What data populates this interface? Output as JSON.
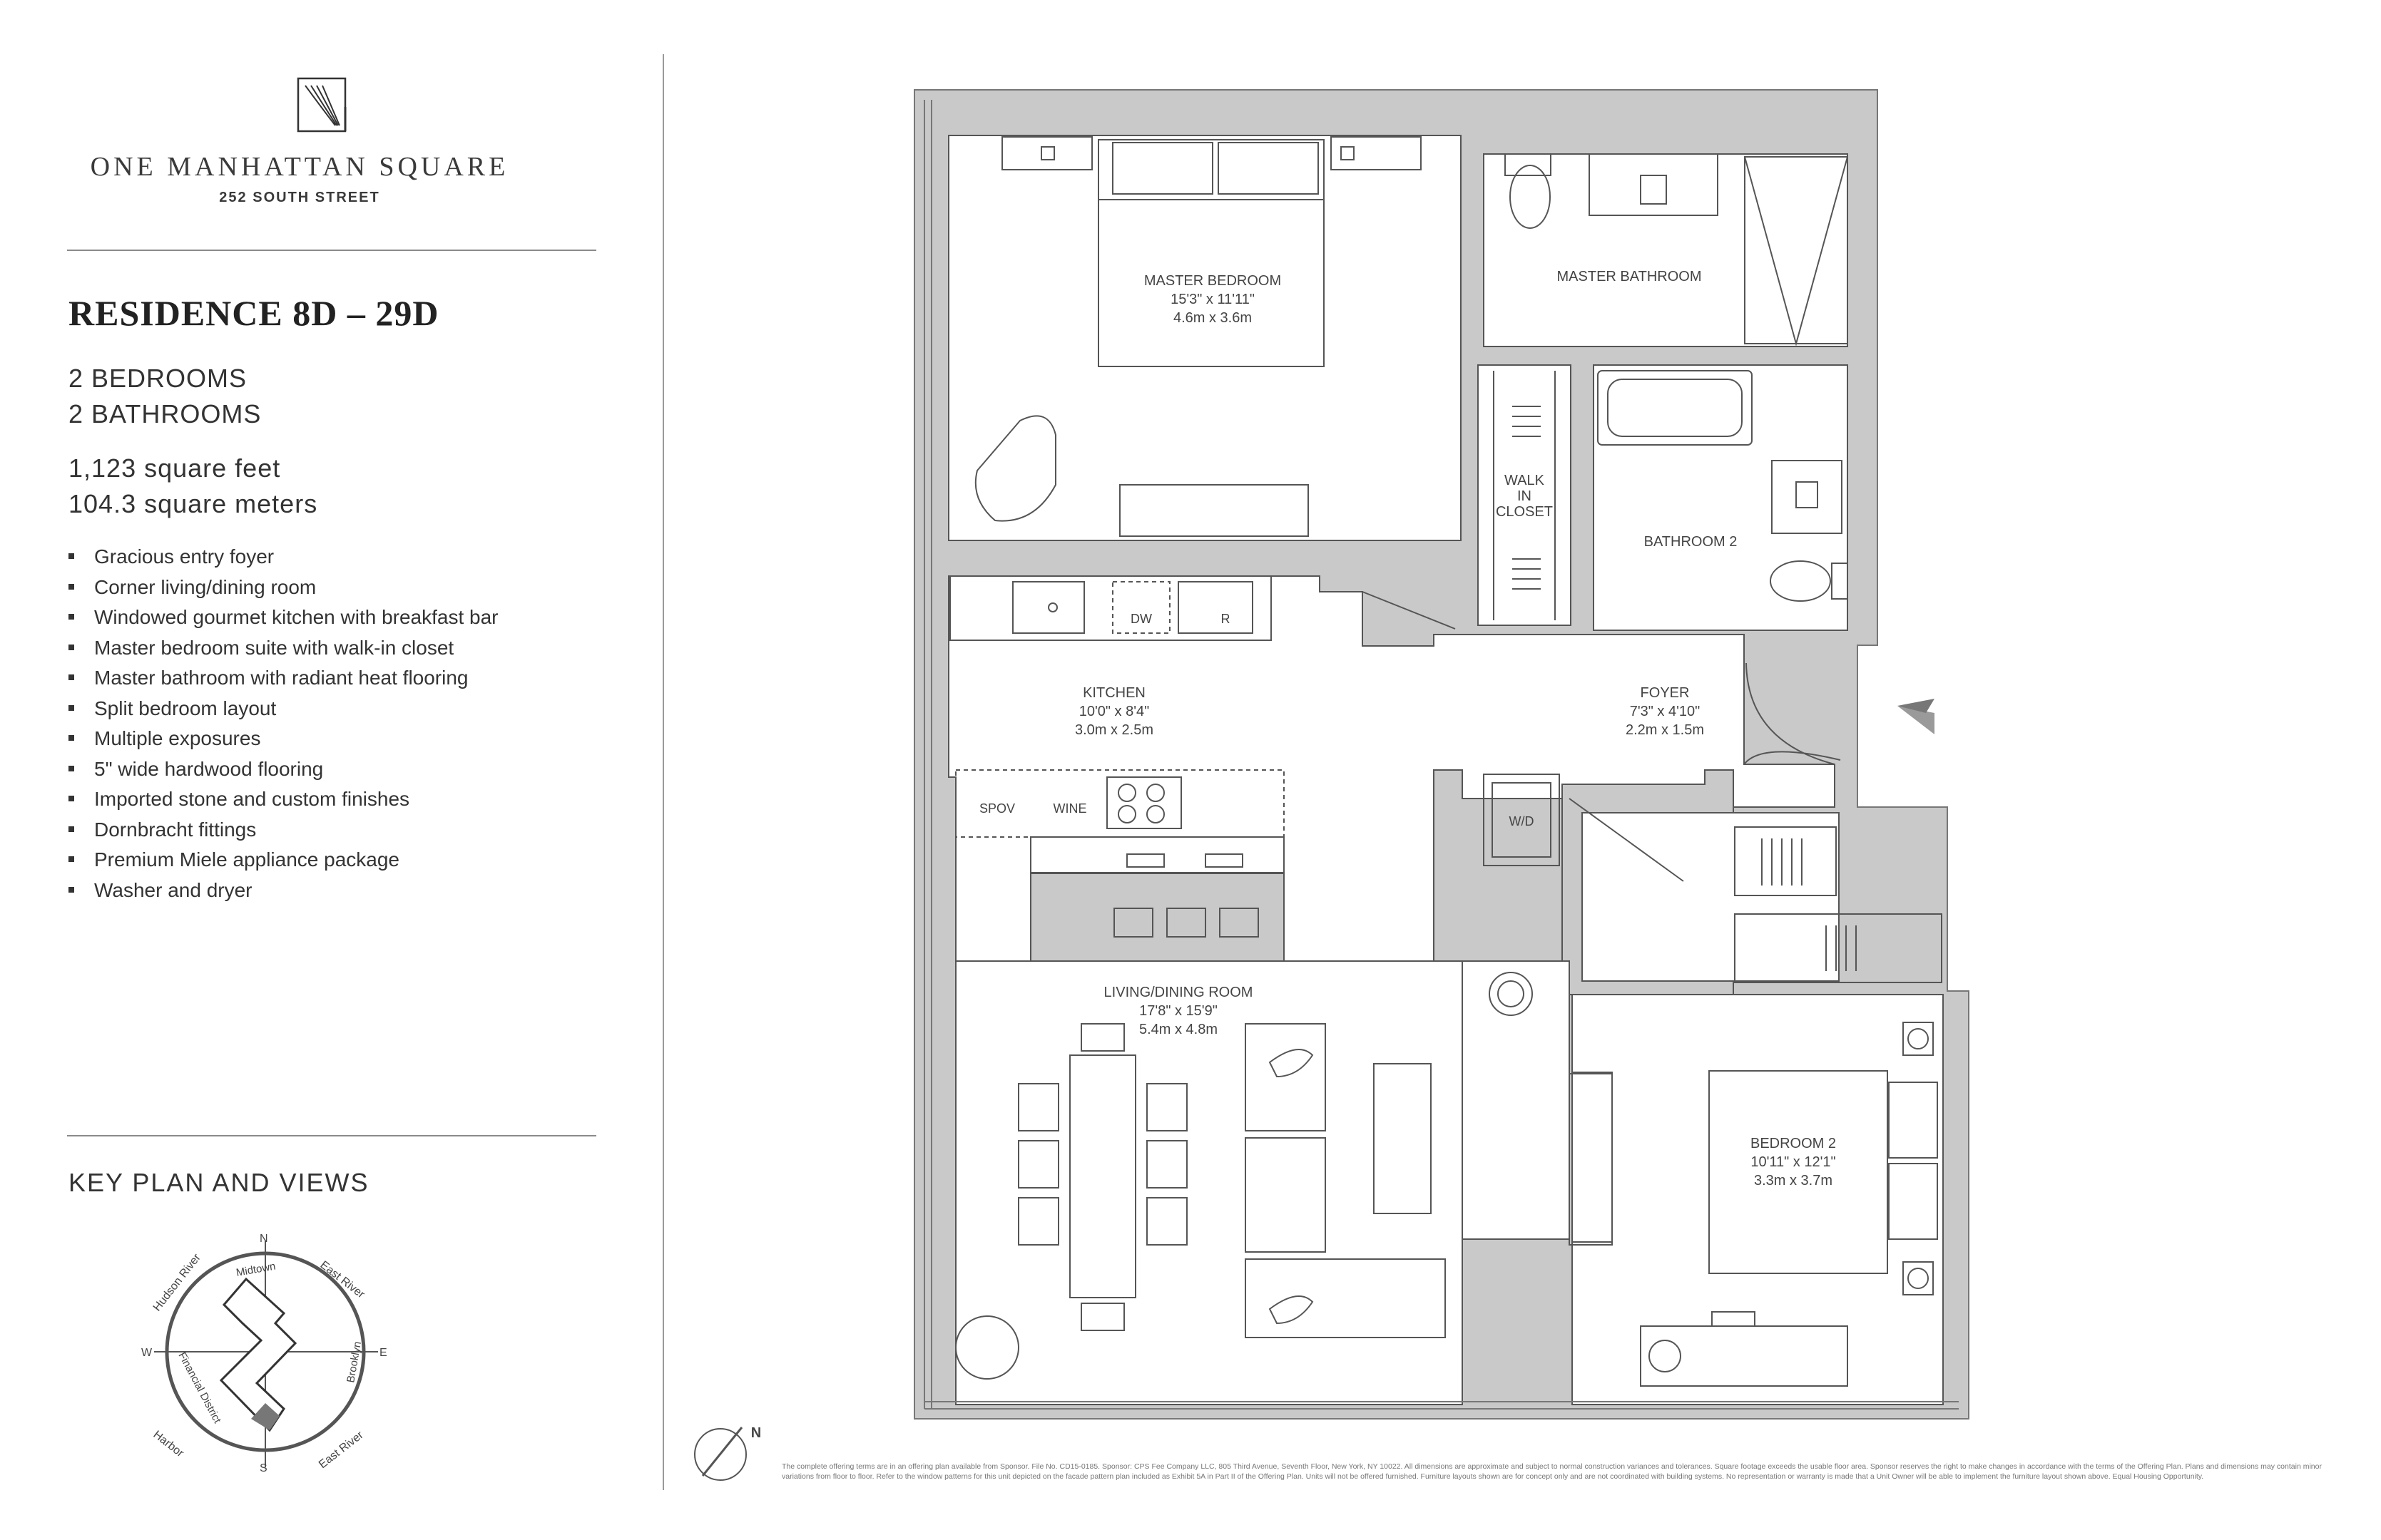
{
  "brand": {
    "name": "ONE MANHATTAN SQUARE",
    "address": "252 SOUTH STREET"
  },
  "residence": {
    "title": "RESIDENCE 8D – 29D",
    "bedrooms": "2 BEDROOMS",
    "bathrooms": "2 BATHROOMS",
    "area_sqft": "1,123 square feet",
    "area_sqm": "104.3 square meters"
  },
  "features": [
    "Gracious entry foyer",
    "Corner living/dining room",
    "Windowed gourmet kitchen with breakfast bar",
    "Master bedroom suite with walk-in closet",
    "Master bathroom with radiant heat flooring",
    "Split bedroom layout",
    "Multiple exposures",
    "5\" wide hardwood flooring",
    "Imported stone and custom finishes",
    "Dornbracht fittings",
    "Premium Miele appliance package",
    "Washer and dryer"
  ],
  "key_plan": {
    "title": "KEY PLAN AND VIEWS",
    "compass": {
      "n": "N",
      "s": "S",
      "e": "E",
      "w": "W"
    },
    "views": {
      "hudson_river": "Hudson River",
      "midtown": "Midtown",
      "east_river_top": "East River",
      "brooklyn": "Brooklyn",
      "financial_district": "Financial District",
      "harbor": "Harbor",
      "east_river_bottom": "East River"
    }
  },
  "rooms": {
    "master_bedroom": {
      "name": "MASTER BEDROOM",
      "dim_ft": "15'3\" x 11'11\"",
      "dim_m": "4.6m x 3.6m"
    },
    "master_bathroom": {
      "name": "MASTER BATHROOM"
    },
    "walk_in_closet": {
      "line1": "WALK",
      "line2": "IN",
      "line3": "CLOSET"
    },
    "bathroom_2": {
      "name": "BATHROOM 2"
    },
    "kitchen": {
      "name": "KITCHEN",
      "dim_ft": "10'0\" x 8'4\"",
      "dim_m": "3.0m x 2.5m"
    },
    "foyer": {
      "name": "FOYER",
      "dim_ft": "7'3\" x 4'10\"",
      "dim_m": "2.2m x 1.5m"
    },
    "living_dining": {
      "name": "LIVING/DINING ROOM",
      "dim_ft": "17'8\" x 15'9\"",
      "dim_m": "5.4m x 4.8m"
    },
    "bedroom_2": {
      "name": "BEDROOM 2",
      "dim_ft": "10'11\" x 12'1\"",
      "dim_m": "3.3m x 3.7m"
    }
  },
  "appliances": {
    "dishwasher": "DW",
    "refrigerator": "R",
    "speed_oven": "SPOV",
    "wine": "WINE",
    "washer_dryer": "W/D"
  },
  "north_arrow_label": "N",
  "disclaimer": "The complete offering terms are in an offering plan available from Sponsor. File No. CD15-0185. Sponsor: CPS Fee Company LLC, 805 Third Avenue, Seventh Floor, New York, NY 10022. All dimensions are approximate and subject to normal construction variances and tolerances. Square footage exceeds the usable floor area. Sponsor reserves the right to make changes in accordance with the terms of the Offering Plan. Plans and dimensions may contain minor variations from floor to floor. Refer to the window patterns for this unit depicted on the facade pattern plan included as Exhibit 5A in Part II of the Offering Plan. Units will not be offered furnished. Furniture layouts shown are for concept only and are not coordinated with building systems. No representation or warranty is made that a Unit Owner will be able to implement the furniture layout shown above. Equal Housing Opportunity."
}
